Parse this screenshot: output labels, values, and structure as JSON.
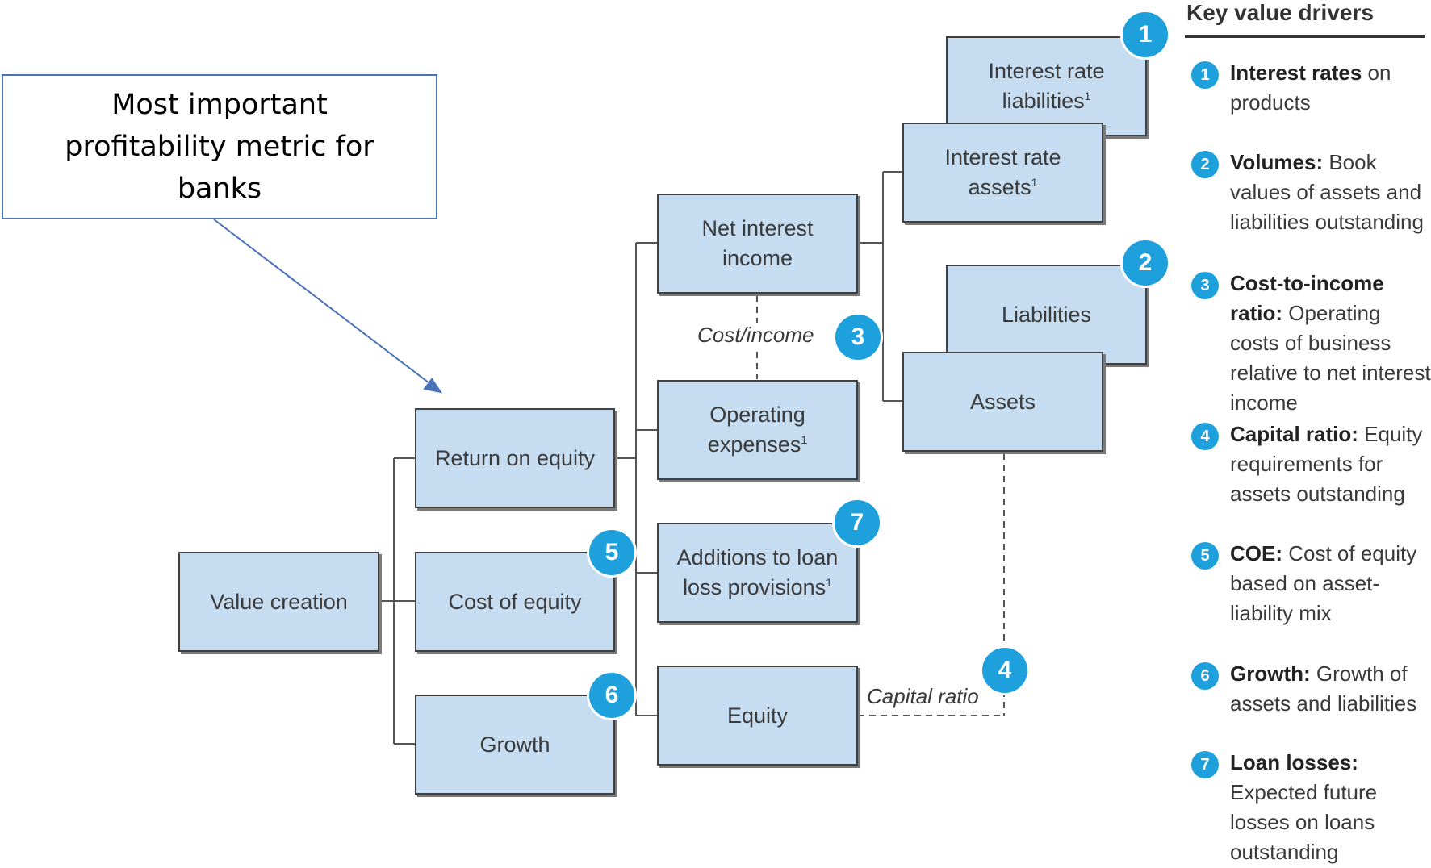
{
  "callout": {
    "text": "Most important profitability metric for banks"
  },
  "boxes": {
    "value_creation": "Value creation",
    "return_on_equity": "Return on equity",
    "cost_of_equity": "Cost of equity",
    "growth": "Growth",
    "net_interest_income": "Net interest income",
    "operating_expenses": "Operating expenses",
    "loan_loss_provisions": "Additions to loan loss provisions",
    "equity": "Equity",
    "interest_rate_liabilities": "Interest rate liabilities",
    "interest_rate_assets": "Interest rate assets",
    "liabilities": "Liabilities",
    "assets": "Assets",
    "footnote_mark": "1"
  },
  "relations": {
    "cost_income": "Cost/income",
    "capital_ratio": "Capital ratio"
  },
  "badges": {
    "b1": "1",
    "b2": "2",
    "b3": "3",
    "b4": "4",
    "b5": "5",
    "b6": "6",
    "b7": "7"
  },
  "legend": {
    "title": "Key value drivers",
    "items": [
      {
        "num": "1",
        "term": "Interest rates",
        "desc": " on products"
      },
      {
        "num": "2",
        "term": "Volumes:",
        "desc": " Book values of assets and liabilities outstanding"
      },
      {
        "num": "3",
        "term": "Cost-to-income ratio:",
        "desc": " Operating costs of business relative to net interest income"
      },
      {
        "num": "4",
        "term": "Capital ratio:",
        "desc": " Equity requirements for assets outstanding"
      },
      {
        "num": "5",
        "term": "COE:",
        "desc": " Cost of equity based on asset-liability mix"
      },
      {
        "num": "6",
        "term": "Growth:",
        "desc": " Growth of assets and liabilities"
      },
      {
        "num": "7",
        "term": "Loan losses:",
        "desc": " Expected future losses on loans outstanding"
      }
    ]
  },
  "colors": {
    "box_fill": "#c6dcf0",
    "badge": "#1ea0dc",
    "callout_border": "#4a72b8"
  }
}
